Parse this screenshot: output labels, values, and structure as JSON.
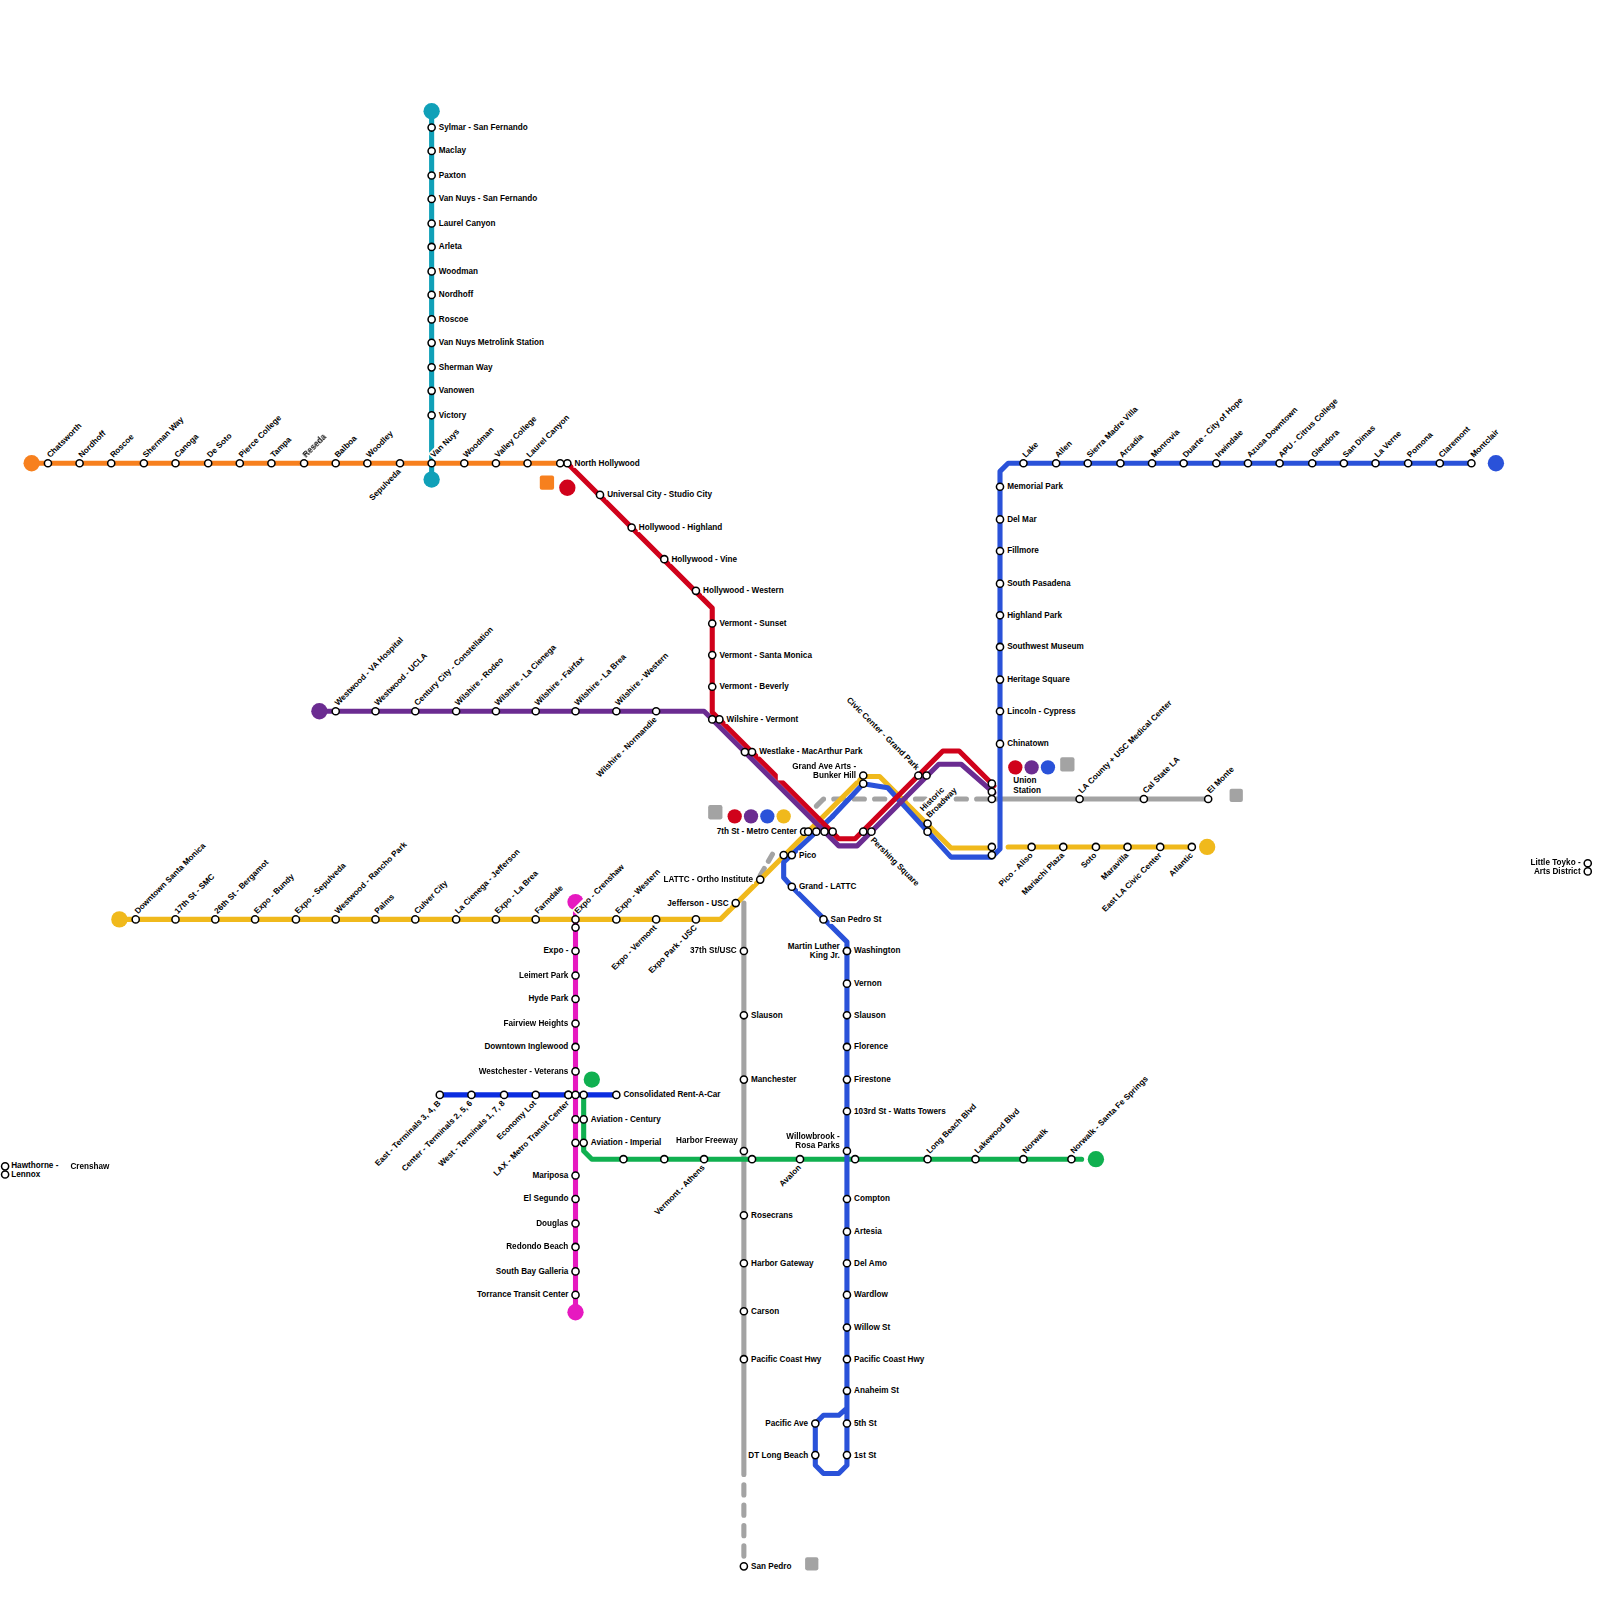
{
  "diagram": {
    "labels": [
      "Chatsworth",
      "Nordhoff",
      "Roscoe",
      "Sherman Way",
      "Canoga",
      "De Soto",
      "Pierce College",
      "Tampa",
      "Reseda",
      "Balboa",
      "Woodley",
      "Sepulveda",
      "Van Nuys",
      "Woodman",
      "Valley College",
      "Laurel Canyon",
      "North Hollywood",
      "Sylmar - San Fernando",
      "Maclay",
      "Paxton",
      "Van Nuys - San Fernando",
      "Laurel Canyon",
      "Arleta",
      "Woodman",
      "Nordhoff",
      "Roscoe",
      "Van Nuys Metrolink Station",
      "Sherman Way",
      "Vanowen",
      "Victory",
      "Universal City - Studio City",
      "Hollywood - Highland",
      "Hollywood - Vine",
      "Hollywood - Western",
      "Vermont - Sunset",
      "Vermont - Santa Monica",
      "Vermont - Beverly",
      "Wilshire - Vermont",
      "Westlake - MacArthur Park",
      "Westwood - VA Hospital",
      "Westwood - UCLA",
      "Century City - Constellation",
      "Wilshire - Rodeo",
      "Wilshire - La Cienega",
      "Wilshire - Fairfax",
      "Wilshire - La Brea",
      "Wilshire - Western",
      "Wilshire - Normandie",
      "7th St - Metro Center",
      "Pershing Square",
      "Civic Center - Grand Park",
      "Grand Ave Arts - Bunker Hill",
      "Historic Broadway",
      "Union Station",
      "Pico",
      "Grand - LATTC",
      "San Pedro St",
      "LATTC - Ortho Institute",
      "Jefferson - USC",
      "Downtown Santa Monica",
      "17th St - SMC",
      "26th St - Bergamot",
      "Expo - Bundy",
      "Expo - Sepulveda",
      "Westwood - Rancho Park",
      "Palms",
      "Culver City",
      "La Cienega - Jefferson",
      "Expo - La Brea",
      "Farmdale",
      "Expo - Crenshaw",
      "Expo - Western",
      "Expo - Vermont",
      "Expo Park - USC",
      "Pico - Aliso",
      "Mariachi Plaza",
      "Soto",
      "Maravilla",
      "East LA Civic Center",
      "Atlantic",
      "Lake",
      "Allen",
      "Sierra Madre Villa",
      "Arcadia",
      "Monrovia",
      "Duarte - City of Hope",
      "Irwindale",
      "Azusa Downtown",
      "APU - Citrus College",
      "Glendora",
      "San Dimas",
      "La Verne",
      "Pomona",
      "Claremont",
      "Montclair",
      "Memorial Park",
      "Del Mar",
      "Fillmore",
      "South Pasadena",
      "Highland Park",
      "Southwest Museum",
      "Heritage Square",
      "Lincoln - Cypress",
      "Chinatown",
      "LA County + USC Medical Center",
      "Cal State LA",
      "El Monte",
      "37th St/USC",
      "Slauson",
      "Manchester",
      "Harbor Freeway",
      "Rosecrans",
      "Harbor Gateway",
      "Carson",
      "Pacific Coast Hwy",
      "San Pedro",
      "Martin Luther King Jr.",
      "Washington",
      "Vernon",
      "Slauson",
      "Florence",
      "Firestone",
      "103rd St - Watts Towers",
      "Willowbrook - Rosa Parks",
      "Compton",
      "Artesia",
      "Del Amo",
      "Wardlow",
      "Willow St",
      "Pacific Coast Hwy",
      "Anaheim St",
      "5th St",
      "1st St",
      "Pacific Ave",
      "DT Long Beach",
      "Vermont - Athens",
      "Avalon",
      "Long Beach Blvd",
      "Lakewood Blvd",
      "Norwalk",
      "Norwalk - Santa Fe Springs",
      "Hawthorne - Lennox",
      "Crenshaw",
      "Expo -",
      "Leimert Park",
      "Hyde Park",
      "Fairview Heights",
      "Downtown Inglewood",
      "Westchester - Veterans",
      "Aviation - Century",
      "Aviation - Imperial",
      "Mariposa",
      "El Segundo",
      "Douglas",
      "Redondo Beach",
      "South Bay Galleria",
      "Torrance Transit Center",
      "East - Terminals 3, 4, B",
      "Center - Terminals 2, 5, 6",
      "West - Terminals 1, 7, 8",
      "Economy Lot",
      "LAX - Metro Transit Center",
      "Consolidated Rent-A-Car",
      "Little Toyko - Arts District"
    ]
  }
}
